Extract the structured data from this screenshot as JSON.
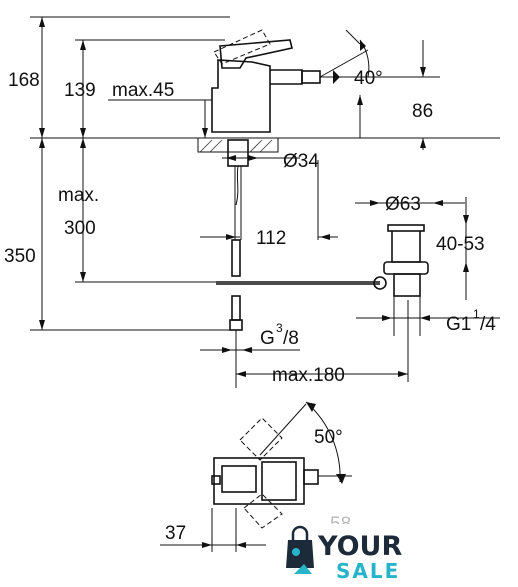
{
  "dimensions": {
    "d168": "168",
    "d139": "139",
    "max45": "max.45",
    "angle40": "40°",
    "d86": "86",
    "dia34": "Ø34",
    "max_label": "max.",
    "d300": "300",
    "d350": "350",
    "d112": "112",
    "dia63": "Ø63",
    "range40_53": "40-53",
    "g38_main": "G",
    "g38_sup": "3",
    "g38_sub": "/8",
    "g114_main": "G1",
    "g114_sup": "1",
    "g114_sub": "/4",
    "max180": "max.180",
    "angle50": "50°",
    "d37": "37",
    "d58_partial": "58"
  },
  "logo": {
    "word_top": "YOUR",
    "word_bottom": "SALE",
    "colors": {
      "dark": "#1c2a3a",
      "accent": "#27b3c9"
    }
  }
}
